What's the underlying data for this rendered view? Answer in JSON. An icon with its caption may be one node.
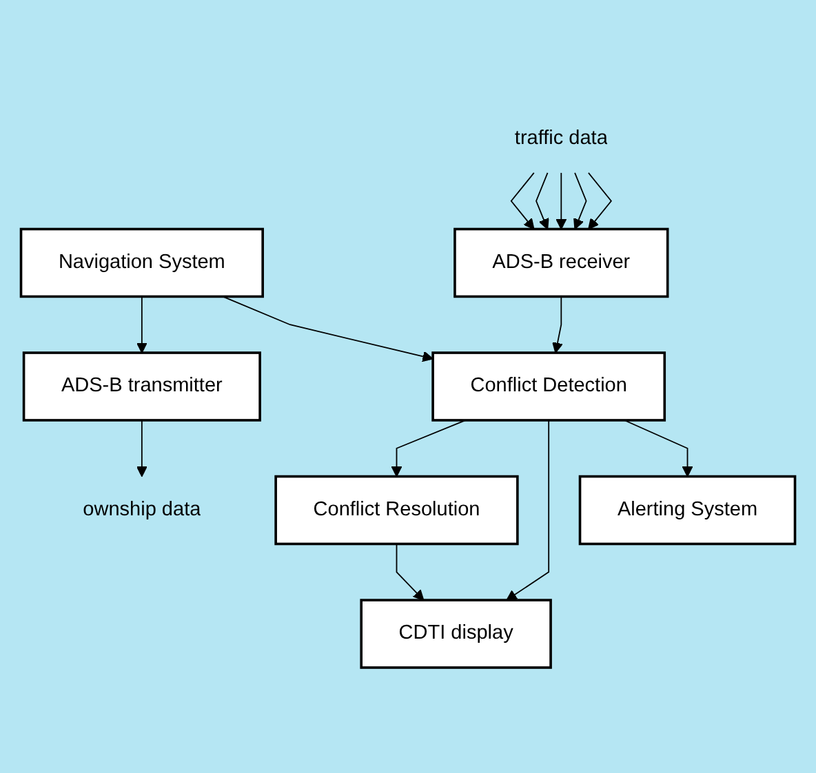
{
  "diagram": {
    "nodes": [
      {
        "text": [
          "Alerting System"
        ]
      },
      {
        "text": [
          "CDTI display"
        ]
      },
      {
        "text": [
          "Navigation System"
        ]
      },
      {
        "text": [
          "Conflict Detection"
        ]
      },
      {
        "text": [
          "Conflict Resolution"
        ]
      },
      {
        "text": [
          "ADS-B transmitter"
        ]
      },
      {
        "text": [
          "ADS-B receiver"
        ]
      },
      {
        "text": [
          "ownship data"
        ]
      },
      {
        "text": [
          "traffic data"
        ]
      }
    ],
    "edges": [
      {
        "from": 3,
        "to": 0,
        "arrow": "to"
      },
      {
        "from": 3,
        "to": 1,
        "arrow": "to"
      },
      {
        "from": 4,
        "to": 1,
        "arrow": "to"
      },
      {
        "from": 2,
        "to": 3,
        "arrow": "to"
      },
      {
        "from": 3,
        "to": 4,
        "arrow": "to"
      },
      {
        "from": 2,
        "to": 5,
        "arrow": "to"
      },
      {
        "from": 6,
        "to": 3,
        "arrow": "to"
      },
      {
        "from": 5,
        "to": 7,
        "arrow": "to"
      },
      {
        "from": 8,
        "to": 6,
        "arrow": "to"
      },
      {
        "from": 8,
        "to": 6,
        "arrow": "to"
      },
      {
        "from": 8,
        "to": 6,
        "arrow": "to"
      },
      {
        "from": 8,
        "to": 6,
        "arrow": "to"
      },
      {
        "from": 8,
        "to": 6,
        "arrow": "to"
      }
    ]
  }
}
